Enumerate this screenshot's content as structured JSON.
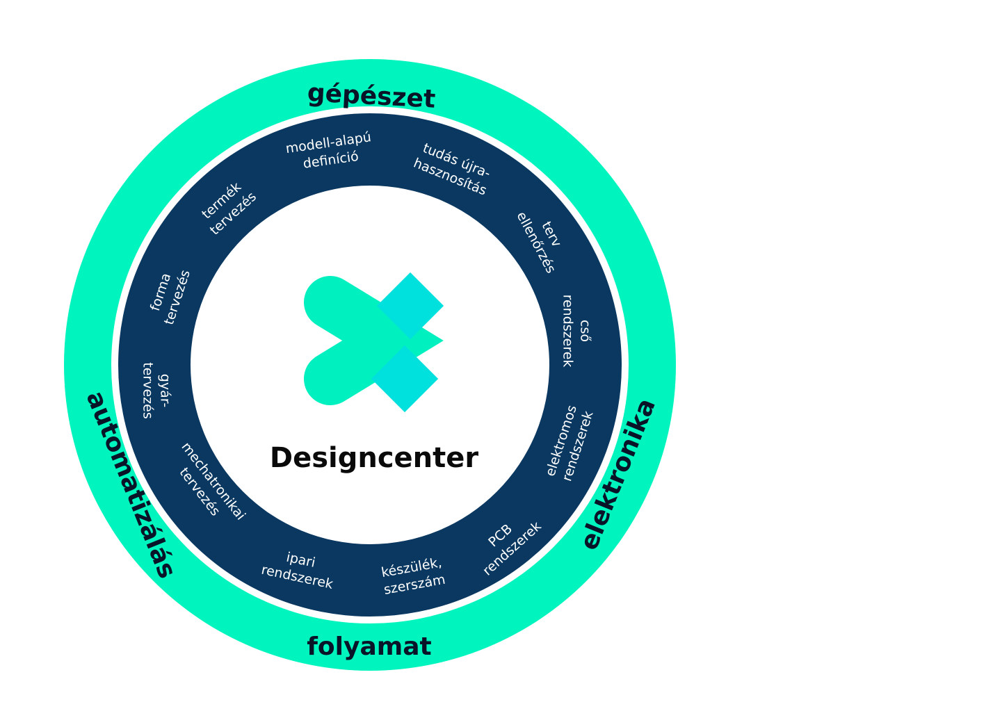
{
  "colors": {
    "outer_ring": "#00f5be",
    "inner_ring": "#0a3860",
    "logo_chevron": "#00f0c0",
    "logo_squares": "#00e0dc",
    "outer_text": "#0a1428",
    "inner_text": "#ffffff"
  },
  "center": {
    "title": "Designcenter"
  },
  "outer_labels": [
    {
      "id": "gepeszet",
      "text": "gépészet"
    },
    {
      "id": "elektronika",
      "text": "elektronika"
    },
    {
      "id": "folyamat",
      "text": "folyamat"
    },
    {
      "id": "automatizalas",
      "text": "automatizálás"
    }
  ],
  "inner_labels": [
    {
      "id": "modell",
      "lines": [
        "modell-alapú",
        "definíció"
      ]
    },
    {
      "id": "tudas",
      "lines": [
        "tudás újra-",
        "hasznosítás"
      ]
    },
    {
      "id": "terv",
      "lines": [
        "terv",
        "ellenőrzés"
      ]
    },
    {
      "id": "cso",
      "lines": [
        "cső",
        "rendszerek"
      ]
    },
    {
      "id": "elektromos",
      "lines": [
        "elektromos",
        "rendszerek"
      ]
    },
    {
      "id": "pcb",
      "lines": [
        "PCB",
        "rendszerek"
      ]
    },
    {
      "id": "keszulek",
      "lines": [
        "készülék,",
        "szerszám"
      ]
    },
    {
      "id": "ipari",
      "lines": [
        "ipari",
        "rendszerek"
      ]
    },
    {
      "id": "mechatronikai",
      "lines": [
        "mechatronikai",
        "tervezés"
      ]
    },
    {
      "id": "gyar",
      "lines": [
        "gyár-",
        "tervezés"
      ]
    },
    {
      "id": "forma",
      "lines": [
        "forma",
        "tervezés"
      ]
    },
    {
      "id": "termek",
      "lines": [
        "termék",
        "tervezés"
      ]
    }
  ]
}
